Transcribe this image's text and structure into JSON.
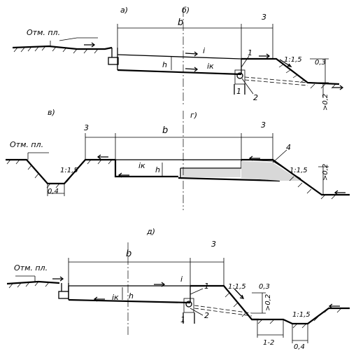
{
  "labels": {
    "a": "а)",
    "b_variant": "б)",
    "v": "в)",
    "g": "г)",
    "d": "д)",
    "elev": "Отм. пл.",
    "width": "b",
    "n3": "3",
    "n4": "4",
    "n1": "1",
    "n2": "2",
    "slope_i": "i",
    "slope_ik": "iк",
    "height": "h",
    "slope_1_15": "1:1,5",
    "slope_1_15_short": "1:1,5",
    "dim_03": "0,3",
    "dim_02": ">0,2",
    "dim_04": "0,4",
    "dim_1_2": "1-2"
  }
}
